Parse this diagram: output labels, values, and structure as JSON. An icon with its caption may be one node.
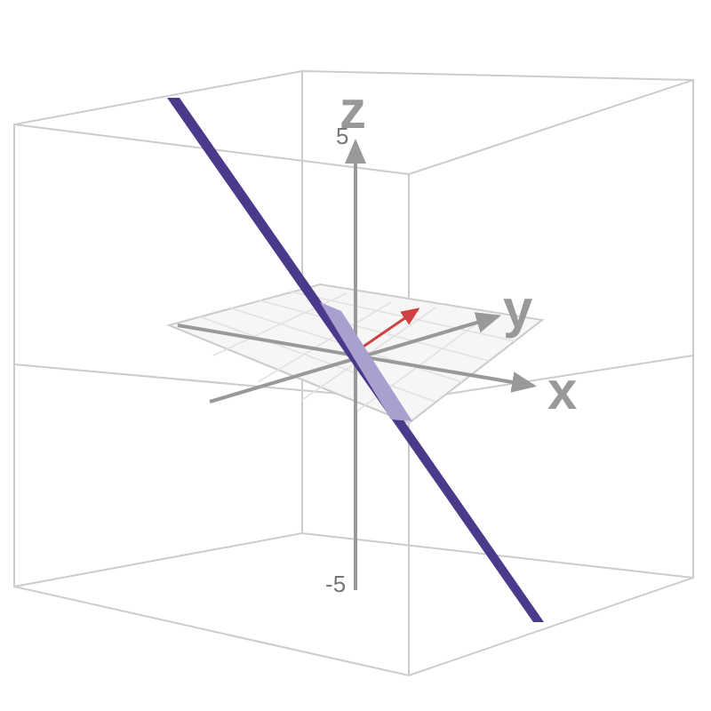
{
  "diagram": {
    "labels": [
      "z",
      "5",
      "y",
      "x",
      "-5"
    ]
  }
}
